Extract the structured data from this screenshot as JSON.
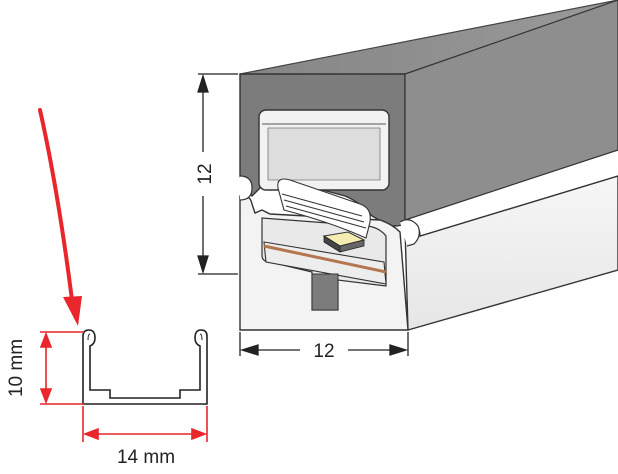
{
  "colors": {
    "profile_dark": "#7b7b7b",
    "profile_top": "#8c8c8c",
    "profile_side": "#f1f1f1",
    "outline": "#333333",
    "dimension_line": "#222222",
    "accent_red": "#e8262b",
    "pcb_copper": "#b3764f",
    "led_chip": "#f4ecb0",
    "channel_inner": "#cfcfcf"
  },
  "labels": {
    "height_dim": "12",
    "width_dim": "12",
    "channel_height": "10 mm",
    "channel_width": "14 mm"
  },
  "icons": {
    "pointer": "red-arrow-icon"
  }
}
